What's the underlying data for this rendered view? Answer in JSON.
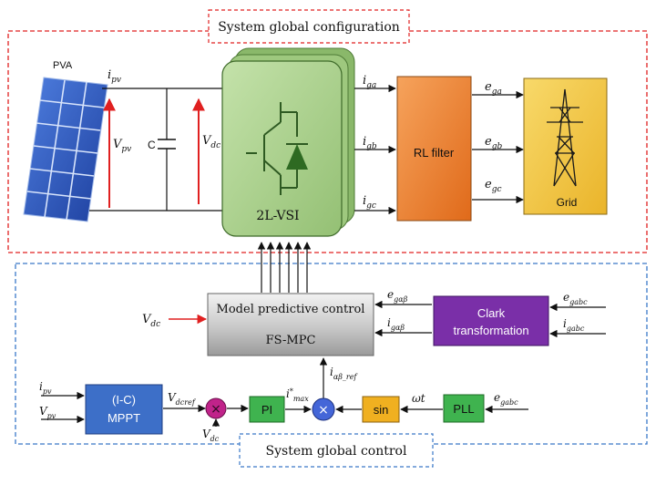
{
  "regions": {
    "configuration": "System global configuration",
    "control": "System global control"
  },
  "pv": {
    "label": "PVA",
    "current": "i",
    "current_sub": "pv",
    "voltage": "V",
    "voltage_sub": "pv"
  },
  "capacitor": {
    "label": "C",
    "voltage": "V",
    "voltage_sub": "dc"
  },
  "inverter": {
    "label": "2L-VSI"
  },
  "phase_currents": [
    {
      "base": "i",
      "sub": "ga"
    },
    {
      "base": "i",
      "sub": "gb"
    },
    {
      "base": "i",
      "sub": "gc"
    }
  ],
  "filter": {
    "label": "RL filter"
  },
  "grid_voltages": [
    {
      "base": "e",
      "sub": "ga"
    },
    {
      "base": "e",
      "sub": "gb"
    },
    {
      "base": "e",
      "sub": "gc"
    }
  ],
  "grid": {
    "label": "Grid"
  },
  "mpc": {
    "title": "Model predictive control",
    "subtitle": "FS-MPC",
    "vdc_in": "V",
    "vdc_in_sub": "dc",
    "e_in": "e",
    "e_in_sub": "gαβ",
    "i_in": "i",
    "i_in_sub": "gαβ",
    "ref_in": "i",
    "ref_in_sub": "αβ_ref"
  },
  "clark": {
    "line1": "Clark",
    "line2": "transformation",
    "e_in": "e",
    "e_in_sub": "gabc",
    "i_in": "i",
    "i_in_sub": "gabc"
  },
  "mppt": {
    "line1": "(I-C)",
    "line2": "MPPT",
    "in1": "i",
    "in1_sub": "pv",
    "in2": "V",
    "in2_sub": "pv",
    "out": "V",
    "out_sub": "dcref"
  },
  "sum": {
    "symbol": "×",
    "feedback": "V",
    "feedback_sub": "dc"
  },
  "pi": {
    "label": "PI",
    "out": "i",
    "out_sup": "*",
    "out_sub": "max"
  },
  "mult": {
    "symbol": "×"
  },
  "sin": {
    "label": "sin"
  },
  "pll": {
    "label": "PLL",
    "out": "ωt",
    "in": "e",
    "in_sub": "gabc"
  },
  "colors": {
    "config_border": "#e02020",
    "control_border": "#3a78c8",
    "inverter": "#a9d08e",
    "filter": "#f0883a",
    "grid": "#f4c542",
    "clark": "#7a2fa8",
    "mppt": "#3d6fc8",
    "pi": "#3fb34f",
    "sin": "#f0b020",
    "pll": "#3fb34f",
    "sum": "#c0238a",
    "mult": "#4466d8",
    "pv_panel": "#2a55c8",
    "arrow_red": "#e02020"
  }
}
